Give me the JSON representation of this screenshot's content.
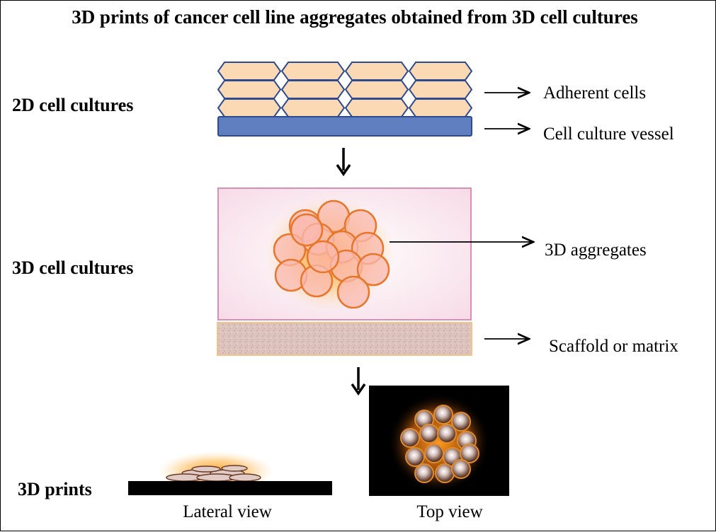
{
  "title": "3D prints of cancer cell line aggregates obtained from 3D cell cultures",
  "rows": {
    "culture_2d": "2D cell cultures",
    "culture_3d": "3D cell cultures",
    "prints_3d": "3D prints"
  },
  "labels": {
    "adherent_cells": "Adherent cells",
    "culture_vessel": "Cell culture vessel",
    "aggregates_3d": "3D aggregates",
    "scaffold": "Scaffold or matrix"
  },
  "captions": {
    "lateral_view": "Lateral view",
    "top_view": "Top view"
  },
  "colors": {
    "adherent_cell_fill": "#fad9b4",
    "adherent_cell_stroke": "#2e4b8f",
    "vessel": "#5f7fc1",
    "chamber_fill": "#fbe8ee",
    "chamber_border": "#d98fb5",
    "aggregate_cell_fill": "#f9b9b0",
    "aggregate_cell_stroke": "#e8772b",
    "glow": "#ff9a1f",
    "scaffold": "#dcc3bd",
    "print_background": "#000000"
  }
}
